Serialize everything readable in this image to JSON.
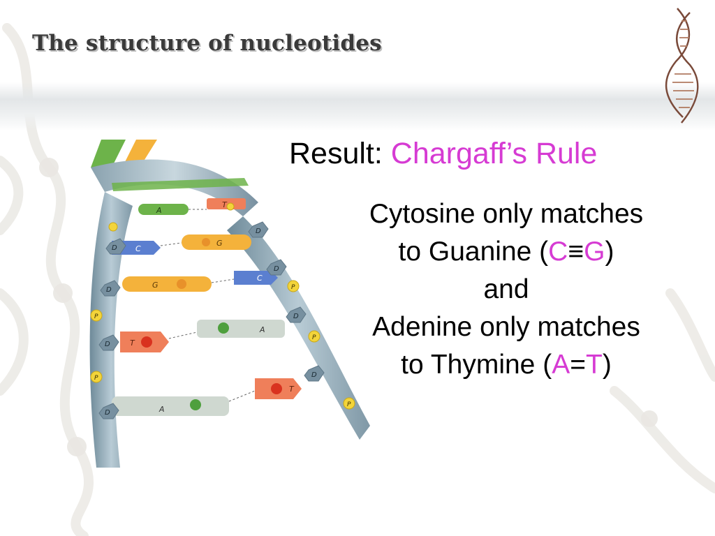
{
  "slide": {
    "title": "The structure of nucleotides",
    "result_prefix": "Result:",
    "result_highlight": "Chargaff’s Rule",
    "line1": "Cytosine only matches",
    "line2_prefix": "to Guanine (",
    "line2_c": "C",
    "line2_bond": "≡",
    "line2_g": "G",
    "line2_suffix": ")",
    "line3": "and",
    "line4": "Adenine only matches",
    "line5_prefix": "to Thymine (",
    "line5_a": "A",
    "line5_bond": "=",
    "line5_t": "T",
    "line5_suffix": ")"
  },
  "diagram": {
    "sugar_label": "D",
    "phosphate_label": "P",
    "rungs": [
      {
        "left": "A",
        "right": "T",
        "left_color": "#6db34a",
        "right_color": "#ef7f5a"
      },
      {
        "left": "C",
        "right": "G",
        "left_color": "#5b7fd0",
        "right_color": "#f4b23b"
      },
      {
        "left": "G",
        "right": "C",
        "left_color": "#f4b23b",
        "right_color": "#5b7fd0"
      },
      {
        "left": "T",
        "right": "A",
        "left_color": "#ef7f5a",
        "right_color": "#cfd8d0"
      },
      {
        "left": "A",
        "right": "T",
        "left_color": "#cfd8d0",
        "right_color": "#ef7f5a"
      }
    ]
  },
  "colors": {
    "accent_pink": "#d63bd3",
    "title_gray": "#3a3a3a",
    "backbone": "#8fa7b5"
  }
}
